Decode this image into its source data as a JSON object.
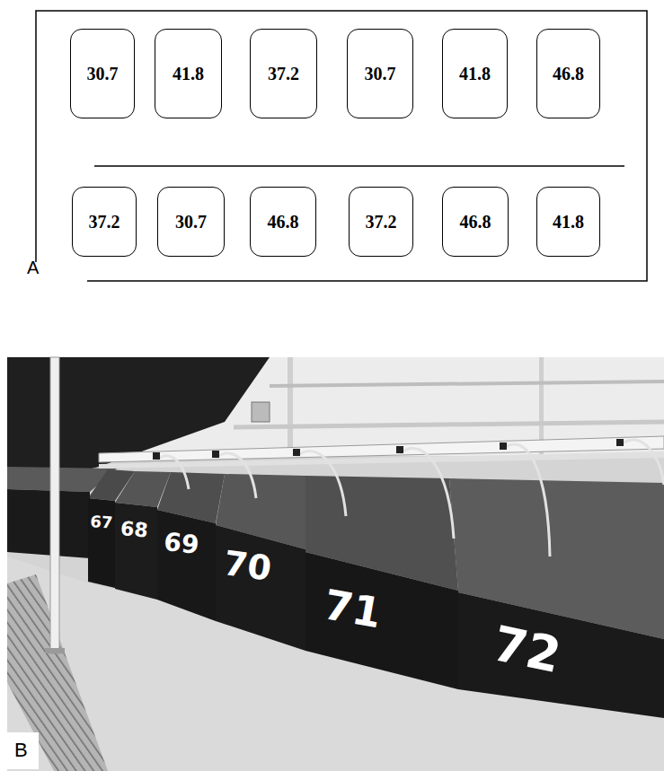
{
  "diagram": {
    "nodes": [
      {
        "text": [
          "30.7"
        ]
      },
      {
        "text": [
          "41.8"
        ]
      },
      {
        "text": [
          "37.2"
        ]
      },
      {
        "text": [
          "30.7"
        ]
      },
      {
        "text": [
          "41.8"
        ]
      },
      {
        "text": [
          "46.8"
        ]
      },
      {
        "text": [
          "37.2"
        ]
      },
      {
        "text": [
          "30.7"
        ]
      },
      {
        "text": [
          "46.8"
        ]
      },
      {
        "text": [
          "37.2"
        ]
      },
      {
        "text": [
          "46.8"
        ]
      },
      {
        "text": [
          "41.8"
        ]
      }
    ],
    "labels": [
      "A",
      "B",
      "67",
      "68",
      "69",
      "70",
      "71",
      "72"
    ]
  }
}
